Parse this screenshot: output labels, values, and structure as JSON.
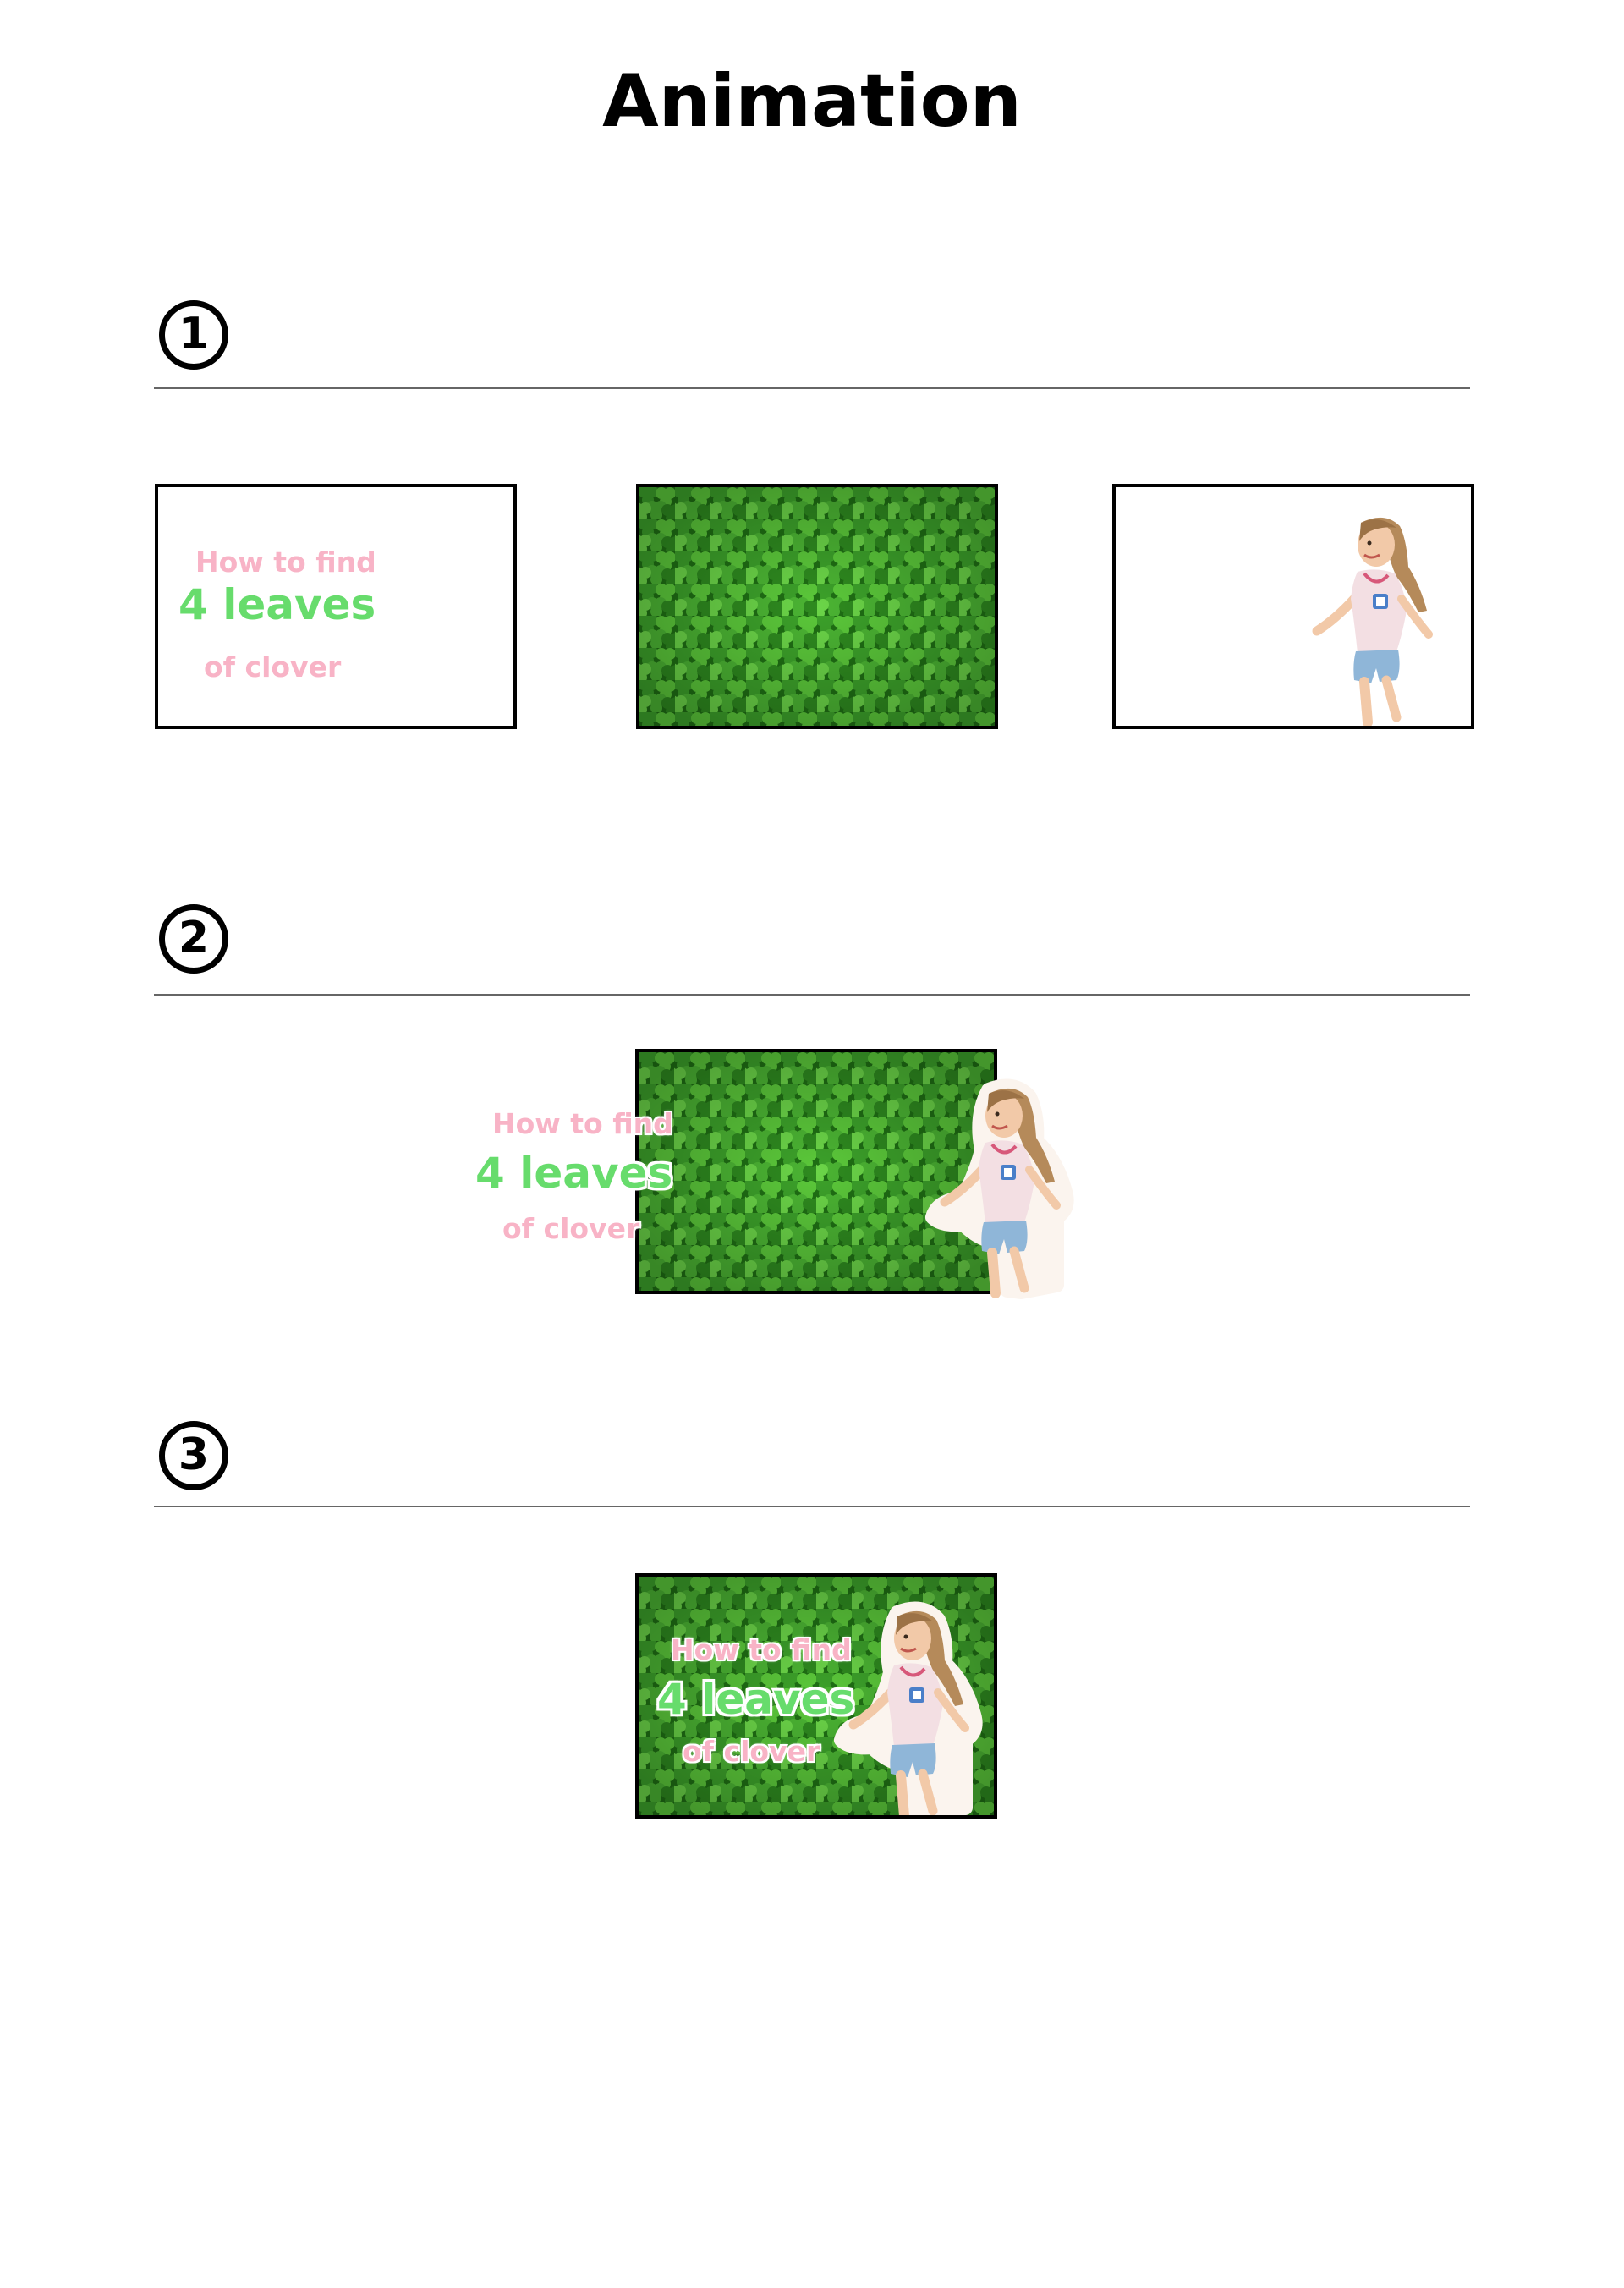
{
  "page": {
    "title": "Animation"
  },
  "steps": [
    {
      "number": "1"
    },
    {
      "number": "2"
    },
    {
      "number": "3"
    }
  ],
  "caption": {
    "line1": "How to find",
    "line2": "4 leaves",
    "line3": "of clover"
  },
  "colors": {
    "caption_pink": "#f8b3c6",
    "caption_green": "#67dc6c",
    "clover_dark": "#1f6f14",
    "clover_light": "#5bc83a",
    "frame_border": "#000000",
    "rule": "#666666"
  },
  "images": {
    "background": "clover-field",
    "subject": "running-girl-cutout"
  }
}
